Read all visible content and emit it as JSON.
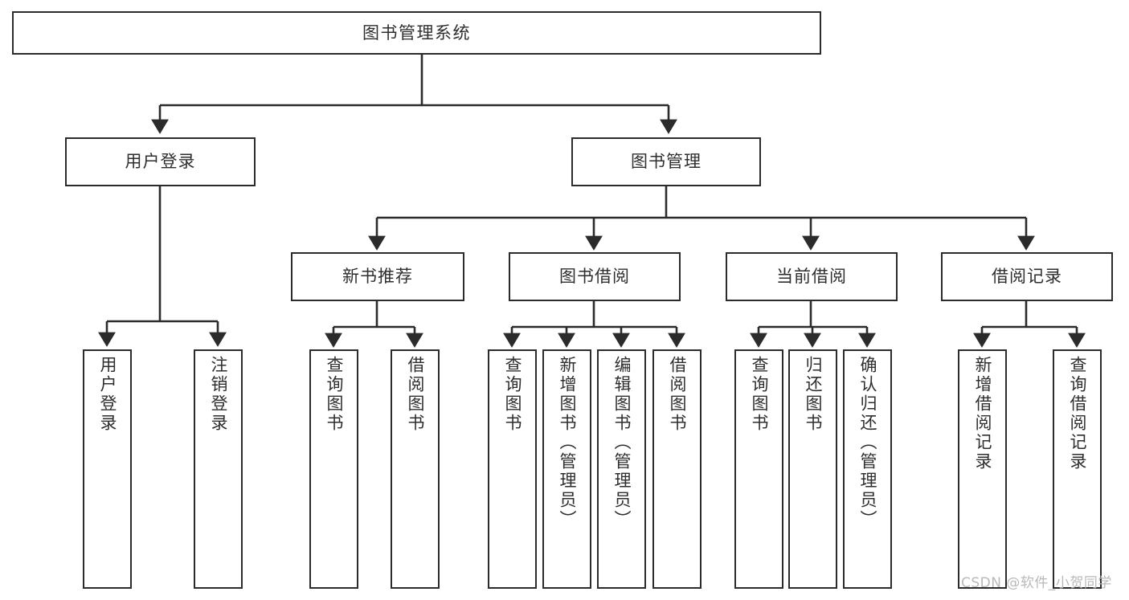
{
  "diagram": {
    "title": "图书管理系统",
    "type": "tree",
    "watermark": "CSDN @软件_小贺同学",
    "colors": {
      "box_border": "#2b2b2b",
      "box_fill": "#ffffff",
      "text": "#2e2e2e",
      "edge": "#2b2b2b",
      "watermark": "#b9b9b9",
      "background": "#ffffff"
    },
    "root": {
      "label": "图书管理系统"
    },
    "level1": [
      {
        "label": "用户登录"
      },
      {
        "label": "图书管理"
      }
    ],
    "level2": [
      {
        "label": "新书推荐"
      },
      {
        "label": "图书借阅"
      },
      {
        "label": "当前借阅"
      },
      {
        "label": "借阅记录"
      }
    ],
    "leaves": {
      "user_login": [
        {
          "label": "用户登录"
        },
        {
          "label": "注销登录"
        }
      ],
      "new_book_recommend": [
        {
          "label": "查询图书"
        },
        {
          "label": "借阅图书"
        }
      ],
      "book_borrow": [
        {
          "label": "查询图书"
        },
        {
          "label": "新增图书（管理员）"
        },
        {
          "label": "编辑图书（管理员）"
        },
        {
          "label": "借阅图书"
        }
      ],
      "current_borrow": [
        {
          "label": "查询图书"
        },
        {
          "label": "归还图书"
        },
        {
          "label": "确认归还（管理员）"
        }
      ],
      "borrow_record": [
        {
          "label": "新增借阅记录"
        },
        {
          "label": "查询借阅记录"
        }
      ]
    }
  }
}
